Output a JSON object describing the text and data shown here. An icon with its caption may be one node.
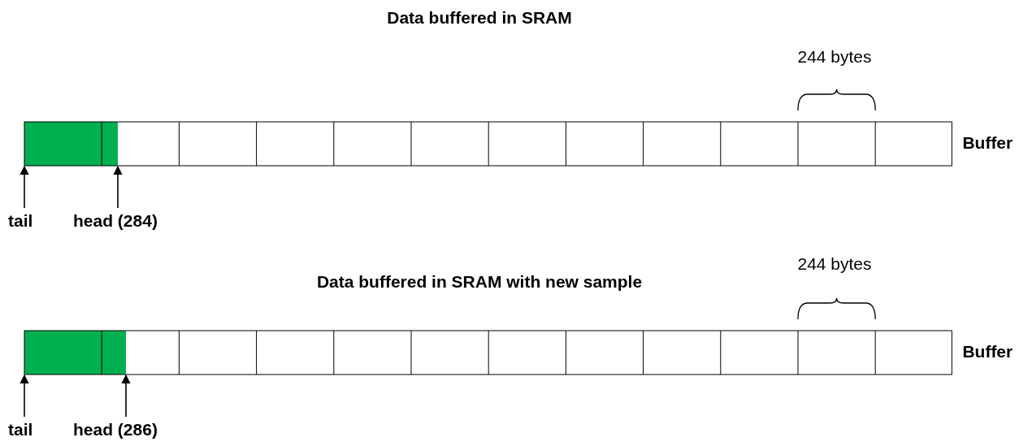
{
  "diagram": {
    "nodes": [
      {
        "text": [
          "Buffer"
        ]
      },
      {
        "text": [
          "tail"
        ]
      },
      {
        "text": [
          "head (284)"
        ]
      },
      {
        "text": [
          "Buffer"
        ]
      },
      {
        "text": [
          "tail"
        ]
      },
      {
        "text": [
          "head (286)"
        ]
      }
    ],
    "edges": [
      {
        "from": 1,
        "to": 0,
        "arrow": "to"
      },
      {
        "from": 2,
        "to": 0,
        "arrow": "to"
      },
      {
        "from": 4,
        "to": 3,
        "arrow": "to"
      },
      {
        "from": 5,
        "to": 3,
        "arrow": "to"
      }
    ],
    "labels": [
      "Data buffered in SRAM",
      "244 bytes",
      "Data buffered in SRAM with new sample",
      "244 bytes"
    ]
  }
}
